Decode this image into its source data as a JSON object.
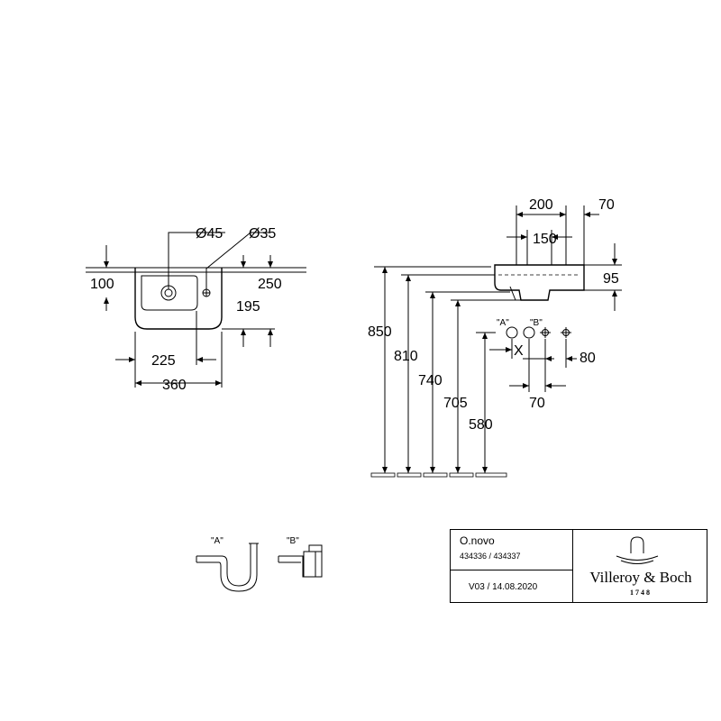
{
  "front_view": {
    "dim_hole_left": "Ø45",
    "dim_hole_right": "Ø35",
    "dim_depth": "100",
    "dim_side": "250",
    "dim_front_height": "195",
    "dim_inner_width": "225",
    "dim_total_width": "360"
  },
  "side_view": {
    "dim_top_200": "200",
    "dim_top_70": "70",
    "dim_150": "150",
    "dim_95": "95",
    "dim_850": "850",
    "dim_810": "810",
    "dim_740": "740",
    "dim_705": "705",
    "dim_580": "580",
    "label_a": "\"A\"",
    "label_b": "\"B\"",
    "label_x": "X",
    "dim_80": "80",
    "dim_70_lower": "70"
  },
  "siphons": {
    "label_a": "\"A\"",
    "label_b": "\"B\""
  },
  "title_block": {
    "product": "O.novo",
    "codes": "434336 / 434337",
    "version": "V03 / 14.08.2020",
    "brand": "Villeroy & Boch",
    "year": "1748"
  }
}
